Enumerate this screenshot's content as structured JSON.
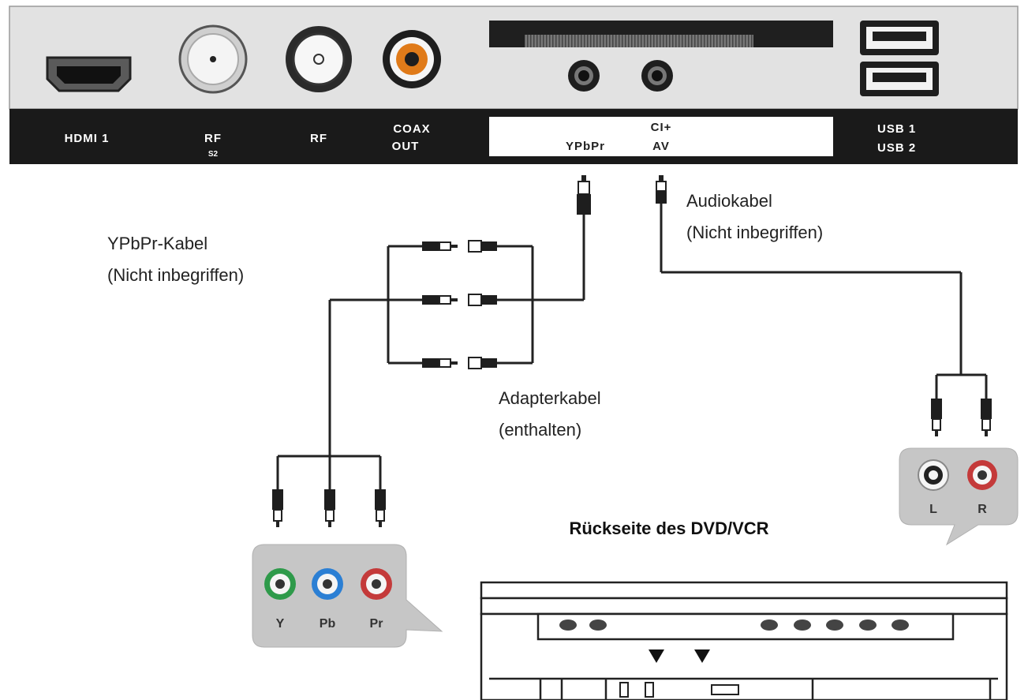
{
  "tv_panel": {
    "ports": {
      "hdmi1": "HDMI 1",
      "rf_s2_main": "RF",
      "rf_s2_sub": "S2",
      "rf": "RF",
      "coax_line1": "COAX",
      "coax_line2": "OUT",
      "ci_plus": "CI+",
      "ypbpr": "YPbPr",
      "av": "AV",
      "usb1": "USB 1",
      "usb2": "USB 2"
    }
  },
  "cables": {
    "ypbpr_name": "YPbPr-Kabel",
    "ypbpr_note": "(Nicht inbegriffen)",
    "audio_name": "Audiokabel",
    "audio_note": "(Nicht inbegriffen)",
    "adapter_name": "Adapterkabel",
    "adapter_note": "(enthalten)"
  },
  "device": {
    "title": "Rückseite des DVD/VCR",
    "video_jacks": [
      "Y",
      "Pb",
      "Pr"
    ],
    "audio_jacks": [
      "L",
      "R"
    ]
  },
  "colors": {
    "y": "#2e9a4a",
    "pb": "#2b7fd4",
    "pr": "#c43a3a",
    "audio_r": "#c43a3a",
    "coax": "#e07b1a",
    "panel_bg": "#e2e2e2",
    "label_bar": "#1a1a1a"
  }
}
